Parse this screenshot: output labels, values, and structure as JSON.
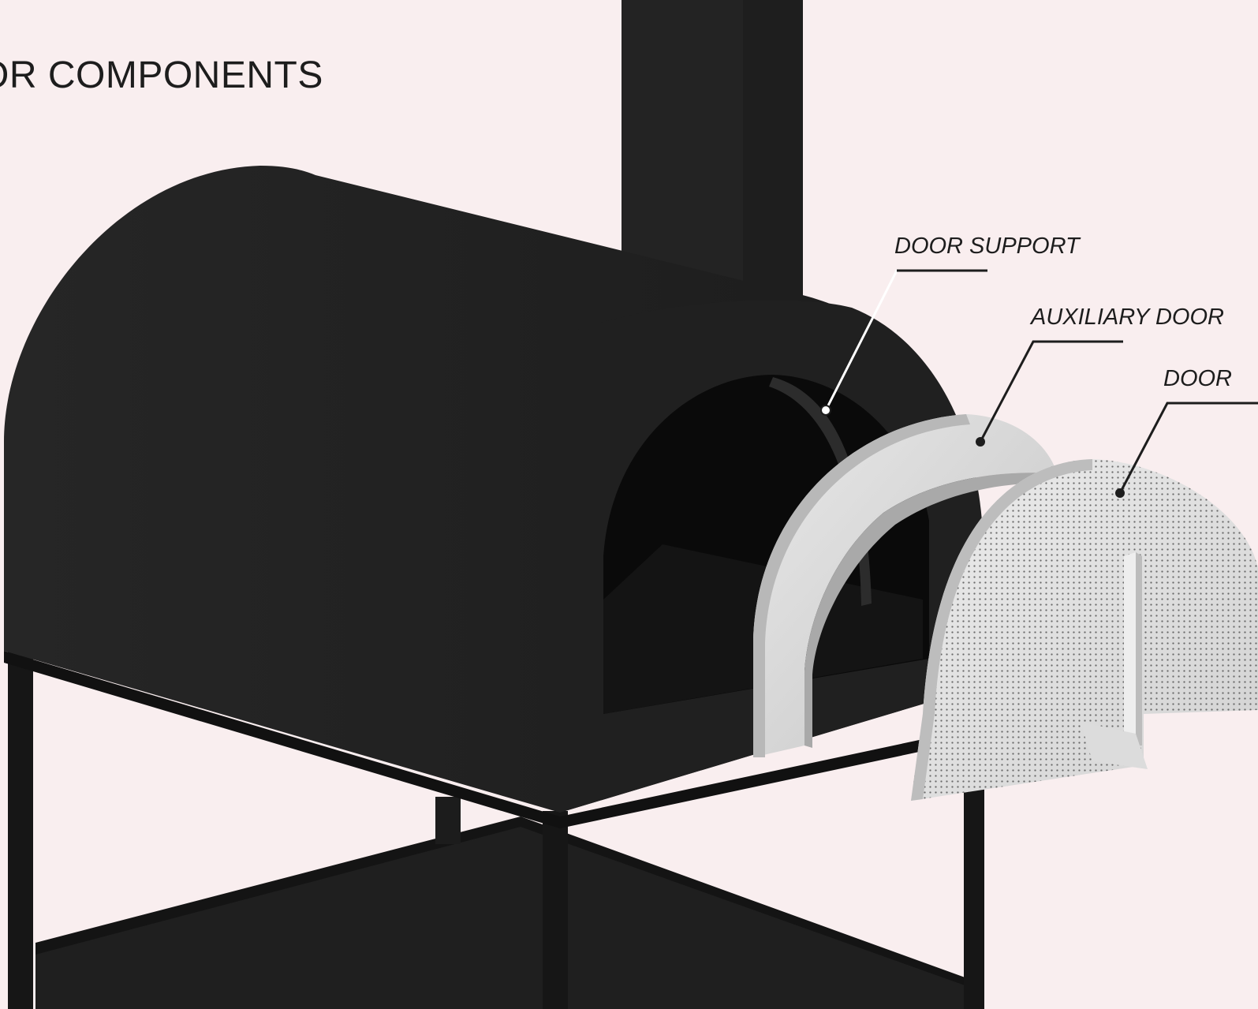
{
  "title": "OR COMPONENTS",
  "callouts": {
    "door_support": "DOOR SUPPORT",
    "auxiliary_door": "AUXILIARY DOOR",
    "door": "DOOR"
  },
  "colors": {
    "background": "#f9eeef",
    "oven": "#222222",
    "metal": "#d9d9d9",
    "text": "#1d1d1d"
  }
}
